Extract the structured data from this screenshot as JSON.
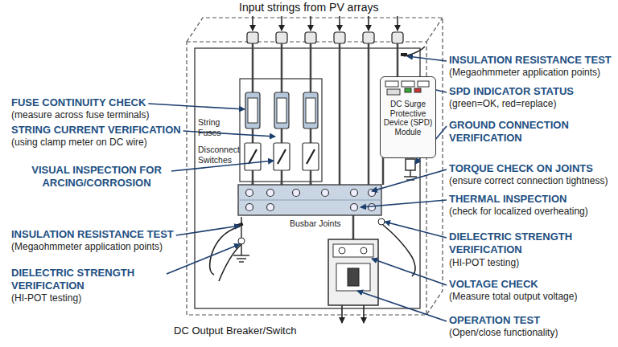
{
  "diagram": {
    "title": "Input strings from PV arrays",
    "nodes": [
      {
        "text": [
          "DC Surge Protective Device (SPD) Module"
        ]
      }
    ],
    "labels": [
      "FUSE CONTINUITY CHECK",
      "(measure across fuse terminals)",
      "STRING CURRENT VERIFICATION",
      "(using clamp meter on DC wire)",
      "VISUAL INSPECTION FOR ARCING/CORROSION",
      "INSULATION RESISTANCE TEST",
      "(Megaohmmeter application points)",
      "DIELECTRIC STRENGTH VERIFICATION",
      "(HI-POT testing)",
      "INSULATION RESISTANCE TEST",
      "(Megaohmmeter application points)",
      "SPD INDICATOR STATUS",
      "(green=OK, red=replace)",
      "GROUND CONNECTION VERIFICATION",
      "TORQUE CHECK ON JOINTS",
      "(ensure correct connection tightness)",
      "THERMAL INSPECTION",
      "(check for localized overheating)",
      "DIELECTRIC STRENGTH VERIFICATION",
      "(HI-POT testing)",
      "VOLTAGE CHECK",
      "(Measure total output voltage)",
      "OPERATION TEST",
      "(Open/close functionality)",
      "String Fuses",
      "Disconnect Switches",
      "Busbar Joints",
      "DC Output Breaker/Switch"
    ]
  }
}
